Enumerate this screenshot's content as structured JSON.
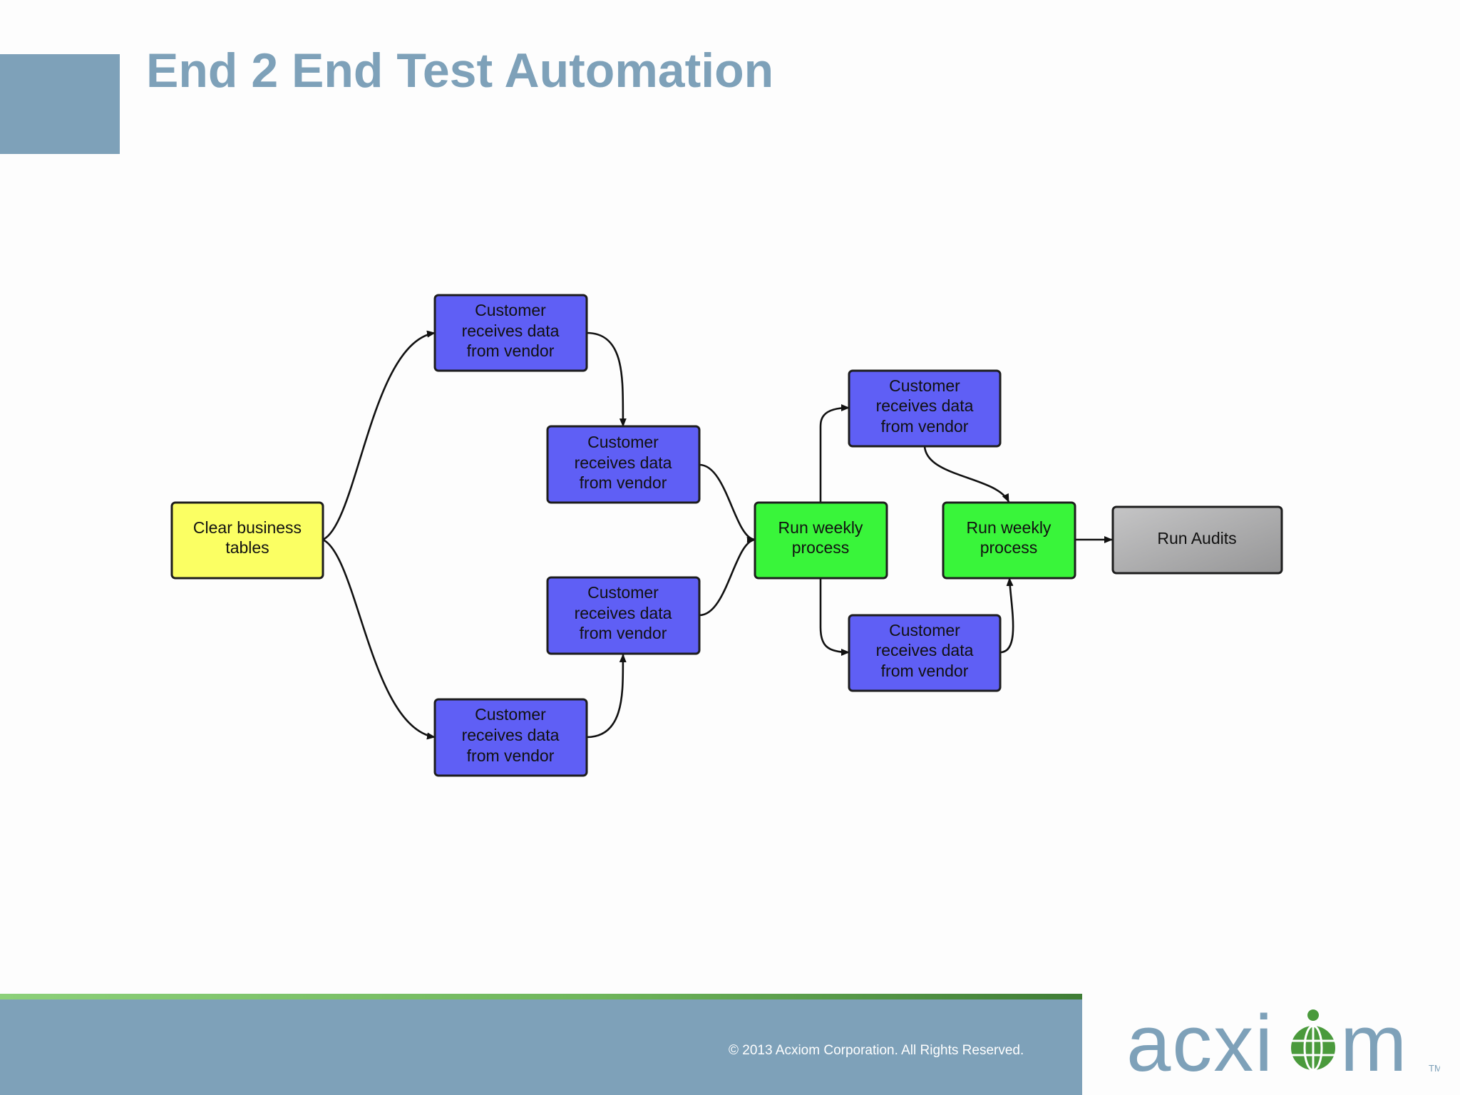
{
  "title": "End 2 End Test Automation",
  "diagram": {
    "nodes": [
      {
        "id": "clear",
        "lines": [
          "Clear business",
          "tables"
        ],
        "fill": "#fbff63",
        "kind": "start"
      },
      {
        "id": "vendor-a",
        "lines": [
          "Customer",
          "receives data",
          "from vendor"
        ],
        "fill": "#5f5ff5",
        "kind": "vendor"
      },
      {
        "id": "vendor-b",
        "lines": [
          "Customer",
          "receives data",
          "from vendor"
        ],
        "fill": "#5f5ff5",
        "kind": "vendor"
      },
      {
        "id": "vendor-c",
        "lines": [
          "Customer",
          "receives data",
          "from vendor"
        ],
        "fill": "#5f5ff5",
        "kind": "vendor"
      },
      {
        "id": "vendor-d",
        "lines": [
          "Customer",
          "receives data",
          "from vendor"
        ],
        "fill": "#5f5ff5",
        "kind": "vendor"
      },
      {
        "id": "weekly-1",
        "lines": [
          "Run weekly",
          "process"
        ],
        "fill": "#39f53a",
        "kind": "process"
      },
      {
        "id": "vendor-e",
        "lines": [
          "Customer",
          "receives data",
          "from vendor"
        ],
        "fill": "#5f5ff5",
        "kind": "vendor"
      },
      {
        "id": "vendor-f",
        "lines": [
          "Customer",
          "receives data",
          "from vendor"
        ],
        "fill": "#5f5ff5",
        "kind": "vendor"
      },
      {
        "id": "weekly-2",
        "lines": [
          "Run weekly",
          "process"
        ],
        "fill": "#39f53a",
        "kind": "process"
      },
      {
        "id": "audits",
        "lines": [
          "Run Audits"
        ],
        "fill": "#a9a9aa",
        "kind": "end"
      }
    ],
    "edges": [
      {
        "from": "clear",
        "to": "vendor-a"
      },
      {
        "from": "clear",
        "to": "vendor-d"
      },
      {
        "from": "vendor-a",
        "to": "vendor-b"
      },
      {
        "from": "vendor-d",
        "to": "vendor-c"
      },
      {
        "from": "vendor-b",
        "to": "weekly-1"
      },
      {
        "from": "vendor-c",
        "to": "weekly-1"
      },
      {
        "from": "weekly-1",
        "to": "vendor-e"
      },
      {
        "from": "weekly-1",
        "to": "vendor-f"
      },
      {
        "from": "vendor-e",
        "to": "weekly-2"
      },
      {
        "from": "vendor-f",
        "to": "weekly-2"
      },
      {
        "from": "weekly-2",
        "to": "audits"
      }
    ]
  },
  "footer": {
    "copyright": "© 2013 Acxiom Corporation. All Rights Reserved.",
    "logo_text": "acxiom",
    "logo_mark": "TM"
  },
  "colors": {
    "brand_blue": "#7ea1b9",
    "brand_green": "#4a9a3c",
    "vendor_node": "#5f5ff5",
    "process_node": "#39f53a",
    "start_node": "#fbff63",
    "end_node": "#a9a9aa"
  }
}
